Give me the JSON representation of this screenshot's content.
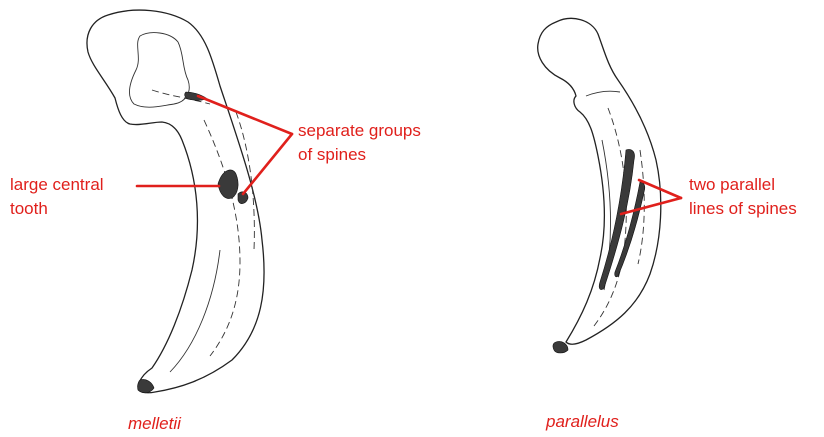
{
  "colors": {
    "annotation": "#e0201c",
    "drawing_line": "#222222"
  },
  "left_specimen": {
    "species_name": "melletii",
    "labels": {
      "separate_spines_line1": "separate groups",
      "separate_spines_line2": "of spines",
      "central_tooth_line1": "large central",
      "central_tooth_line2": "tooth"
    }
  },
  "right_specimen": {
    "species_name": "parallelus",
    "labels": {
      "parallel_spines_line1": "two parallel",
      "parallel_spines_line2": "lines of spines"
    }
  }
}
